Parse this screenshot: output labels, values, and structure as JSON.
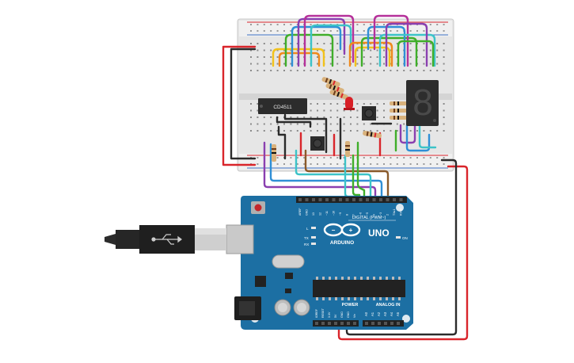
{
  "chip_label": "CD4511",
  "seven_segment_digit": "8",
  "arduino": {
    "logo_text": "ARDUINO",
    "model": "UNO",
    "digital_label": "DIGITAL (PWM~)",
    "power_label": "POWER",
    "analog_label": "ANALOG IN",
    "on_label": "ON",
    "tx_label": "TX",
    "rx_label": "RX",
    "l_label": "L",
    "top_header_labels": [
      "AREF",
      "GND",
      "13",
      "12",
      "~11",
      "~10",
      "~9",
      "8",
      "7",
      "~6",
      "~5",
      "4",
      "~3",
      "2",
      "TX▸1",
      "RX◂0"
    ],
    "power_header_labels": [
      "IOREF",
      "RESET",
      "3.3V",
      "5V",
      "GND",
      "GND",
      "Vin"
    ],
    "analog_header_labels": [
      "A0",
      "A1",
      "A2",
      "A3",
      "A4",
      "A5"
    ]
  },
  "colors": {
    "wire_red": "#d9252b",
    "wire_black": "#2b2b2b",
    "wire_green": "#3fae2a",
    "wire_yellow": "#f2c21b",
    "wire_orange": "#f08a1c",
    "wire_blue": "#2f8fd6",
    "wire_purple": "#8a3fb0",
    "wire_magenta": "#b5319a",
    "wire_cyan": "#3cc3c8",
    "wire_brown": "#8a5a2b",
    "wire_gray": "#8a8a8a",
    "board_blue": "#1c6fa3",
    "breadboard": "#e9e9e9",
    "led_red": "#d81f26",
    "segment_display": "#2d2d2d"
  }
}
